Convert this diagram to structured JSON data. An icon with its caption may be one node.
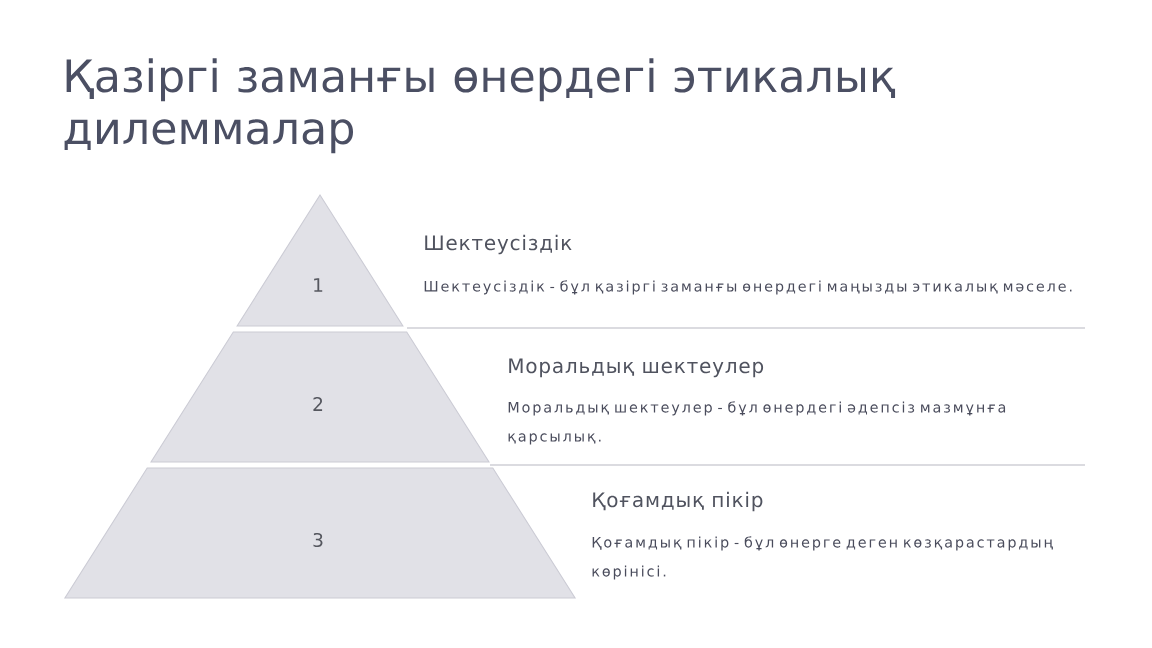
{
  "diagram": {
    "title": "Қазіргі заманғы өнердегі этикалық дилеммалар",
    "nodes": [
      {
        "text": [
          "1"
        ],
        "beside": [
          "Шектеусіздік",
          "Шектеусіздік - бұл қазіргі заманғы өнердегі маңызды этикалық мәселе."
        ]
      },
      {
        "text": [
          "2"
        ],
        "beside": [
          "Моральдық шектеулер",
          "Моральдық шектеулер - бұл өнердегі әдепсіз мазмұнға қарсылық."
        ]
      },
      {
        "text": [
          "3"
        ],
        "beside": [
          "Қоғамдық пікір",
          "Қоғамдық пікір - бұл өнерге деген көзқарастардың көрінісі."
        ]
      }
    ]
  }
}
